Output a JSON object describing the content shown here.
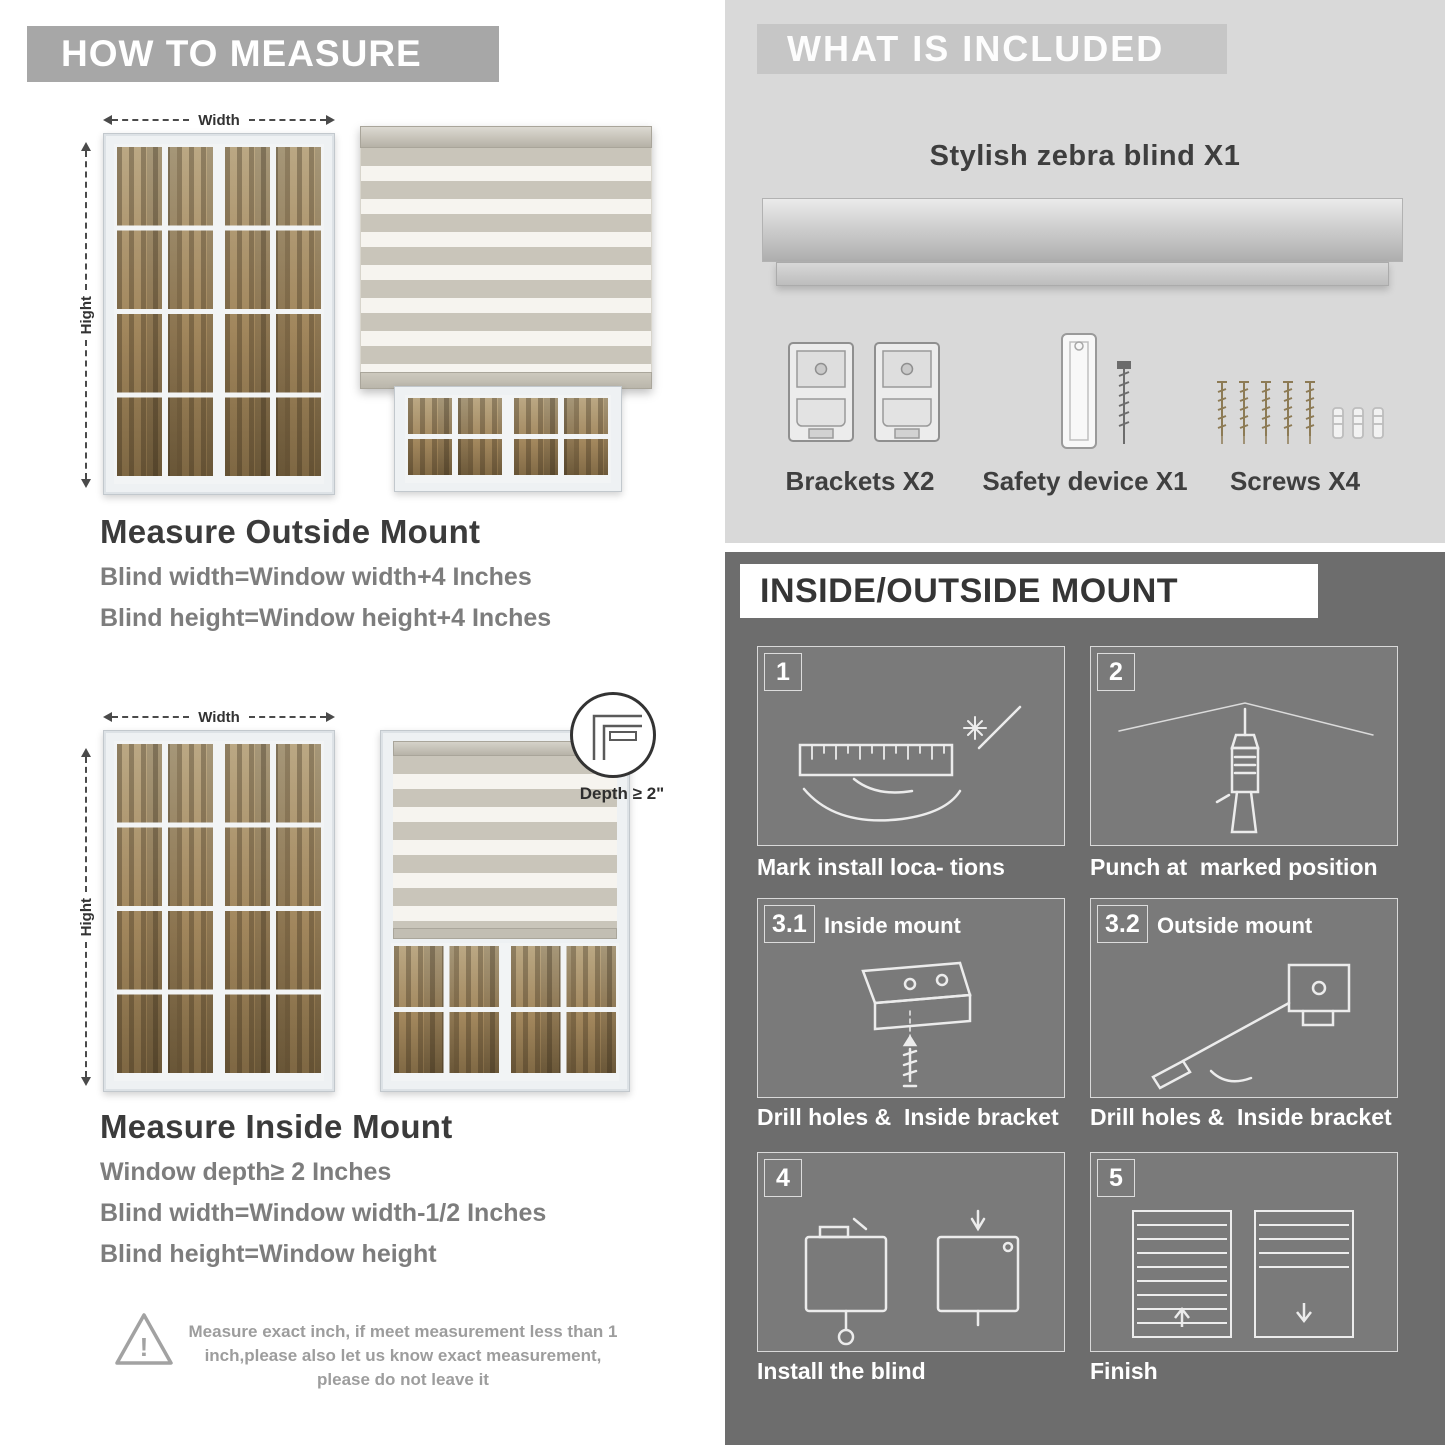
{
  "left": {
    "header": "HOW TO MEASURE",
    "outside": {
      "width_label": "Width",
      "height_label": "Hight",
      "title": "Measure Outside Mount",
      "lines": [
        "Blind width=Window width+4 Inches",
        "Blind height=Window height+4 Inches"
      ]
    },
    "inside": {
      "width_label": "Width",
      "height_label": "Hight",
      "depth_callout": "Depth ≥ 2\"",
      "title": "Measure Inside Mount",
      "lines": [
        "Window depth≥ 2 Inches",
        "Blind width=Window width-1/2 Inches",
        "Blind height=Window height"
      ]
    },
    "warning": {
      "icon": "warning-triangle",
      "text": "Measure exact inch, if meet measurement less than 1 inch,please also let us know exact measurement, please do not leave it"
    }
  },
  "right": {
    "included": {
      "header": "WHAT IS INCLUDED",
      "product": "Stylish zebra blind X1",
      "items": [
        {
          "icon": "brackets-icon",
          "label": "Brackets X2"
        },
        {
          "icon": "safety-device-icon",
          "label": "Safety device X1"
        },
        {
          "icon": "screws-icon",
          "label": "Screws X4"
        }
      ]
    },
    "mount": {
      "header": "INSIDE/OUTSIDE MOUNT",
      "steps": [
        {
          "num": "1",
          "title": "",
          "caption": "Mark install loca- tions"
        },
        {
          "num": "2",
          "title": "",
          "caption": "Punch at  marked position"
        },
        {
          "num": "3.1",
          "title": "Inside mount",
          "caption": "Drill holes &  Inside bracket"
        },
        {
          "num": "3.2",
          "title": "Outside mount",
          "caption": "Drill holes &  Inside bracket"
        },
        {
          "num": "4",
          "title": "",
          "caption": "Install the blind"
        },
        {
          "num": "5",
          "title": "",
          "caption": "Finish"
        }
      ]
    }
  },
  "colors": {
    "left_header_bg": "#a7a7a7",
    "light_section_bg": "#d9d9d9",
    "included_header_bg": "#c6c6c6",
    "dark_section_bg": "#6d6d6d",
    "panel_bg": "#7a7a7a",
    "title_dark": "#3b3b3b",
    "body_gray": "#7d7d7d"
  }
}
